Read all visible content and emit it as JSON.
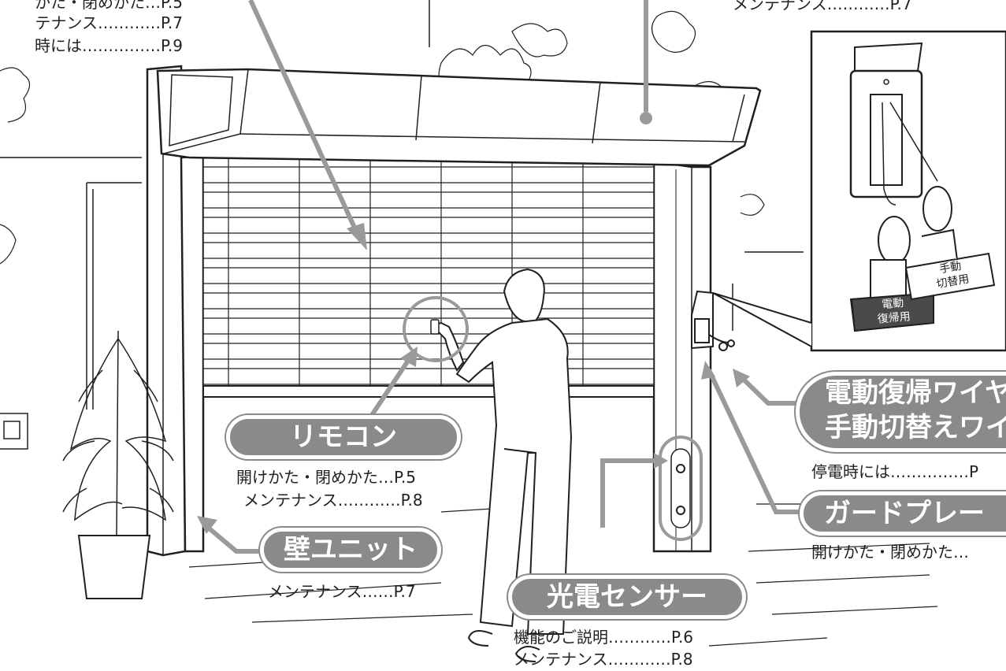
{
  "top_left_refs": [
    "かた・閉めかた…P.5",
    "テナンス…………P.7",
    "時には……………P.9"
  ],
  "top_right_ref": "メンテナンス…………P.7",
  "inset": {
    "tag_electric": [
      "電動",
      "復帰用"
    ],
    "tag_manual": [
      "手動",
      "切替用"
    ]
  },
  "remote": {
    "label": "リモコン",
    "refs": [
      "開けかた・閉めかた…P.5",
      "メンテナンス…………P.8"
    ]
  },
  "wall_unit": {
    "label": "壁ユニット",
    "refs": [
      "メンテナンス……P.7"
    ]
  },
  "sensor": {
    "label": "光電センサー",
    "refs": [
      "機能のご説明…………P.6",
      "メンテナンス…………P.8"
    ]
  },
  "wire": {
    "label_lines": [
      "電動復帰ワイヤー",
      "手動切替えワイヤ"
    ],
    "refs": [
      "停電時には……………P"
    ]
  },
  "guard_plate": {
    "label": "ガードプレー",
    "refs": [
      "開けかた・閉めかた…"
    ]
  },
  "colors": {
    "label_bg": "#8a8a8a",
    "line": "#231f20",
    "leader": "#9a9a9a",
    "tag_dark": "#4a4a4a"
  }
}
